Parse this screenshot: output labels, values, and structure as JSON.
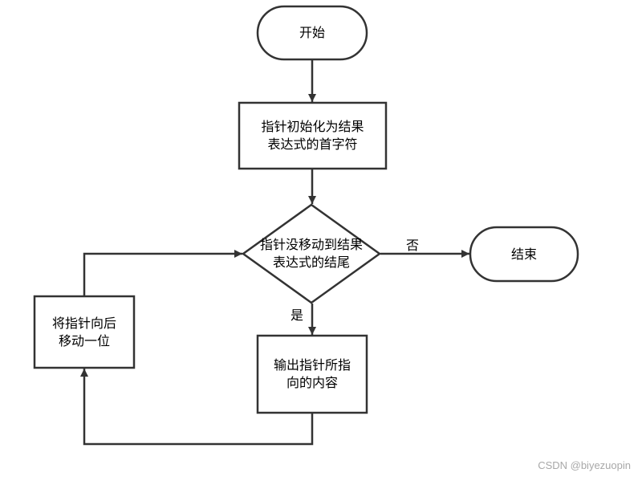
{
  "nodes": {
    "start": "开始",
    "init": "指针初始化为结果\n表达式的首字符",
    "decision": "指针没移动到结果\n表达式的结尾",
    "end": "结束",
    "output": "输出指针所指\n向的内容",
    "advance": "将指针向后\n移动一位"
  },
  "edges": {
    "no_label": "否",
    "yes_label": "是"
  },
  "watermark": "CSDN @biyezuopin"
}
